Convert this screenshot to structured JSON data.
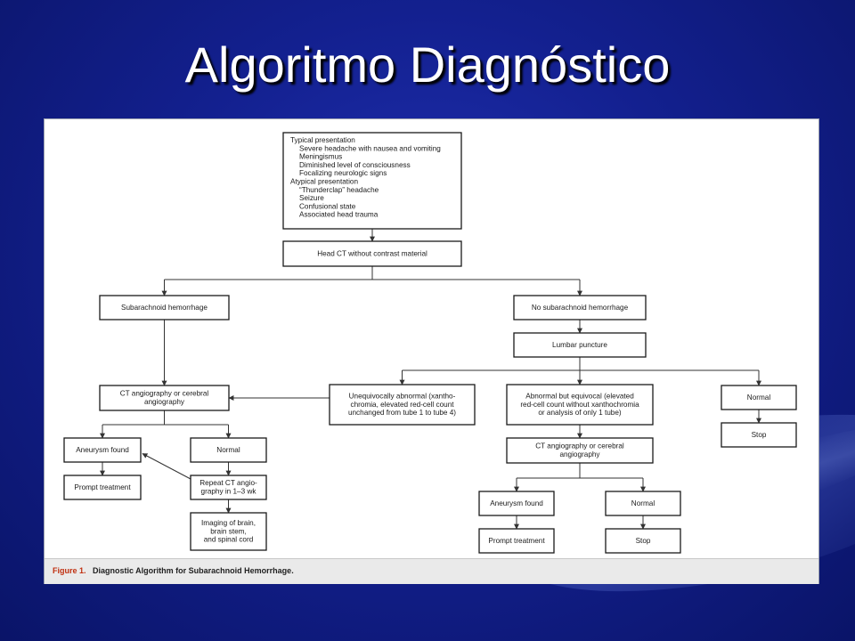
{
  "slide": {
    "title": "Algoritmo Diagnóstico"
  },
  "figure": {
    "caption_label": "Figure 1.",
    "caption_text": "Diagnostic Algorithm for Subarachnoid Hemorrhage."
  },
  "nodes": {
    "presentation": {
      "lines": [
        "Typical presentation",
        "Severe headache with nausea and vomiting",
        "Meningismus",
        "Diminished level of consciousness",
        "Focalizing neurologic signs",
        "Atypical presentation",
        "“Thunderclap” headache",
        "Seizure",
        "Confusional state",
        "Associated head trauma"
      ]
    },
    "head_ct": {
      "lines": [
        "Head CT without contrast material"
      ]
    },
    "sah": {
      "lines": [
        "Subarachnoid hemorrhage"
      ]
    },
    "no_sah": {
      "lines": [
        "No subarachnoid hemorrhage"
      ]
    },
    "lumbar": {
      "lines": [
        "Lumbar puncture"
      ]
    },
    "cta_left": {
      "lines": [
        "CT angiography or cerebral",
        "angiography"
      ]
    },
    "unequivocal": {
      "lines": [
        "Unequivocally abnormal (xantho-",
        "chromia, elevated red-cell count",
        "unchanged from tube 1 to tube 4)"
      ]
    },
    "equivocal": {
      "lines": [
        "Abnormal but equivocal (elevated",
        "red-cell count without xanthochromia",
        "or analysis of only 1 tube)"
      ]
    },
    "normal_right": {
      "lines": [
        "Normal"
      ]
    },
    "stop_right": {
      "lines": [
        "Stop"
      ]
    },
    "aneurysm_left": {
      "lines": [
        "Aneurysm found"
      ]
    },
    "normal_left": {
      "lines": [
        "Normal"
      ]
    },
    "prompt_left": {
      "lines": [
        "Prompt treatment"
      ]
    },
    "repeat_ct": {
      "lines": [
        "Repeat CT angio-",
        "graphy in 1–3 wk"
      ]
    },
    "imaging": {
      "lines": [
        "Imaging of brain,",
        "brain stem,",
        "and spinal cord"
      ]
    },
    "cta_right": {
      "lines": [
        "CT angiography or cerebral",
        "angiography"
      ]
    },
    "aneurysm_right": {
      "lines": [
        "Aneurysm found"
      ]
    },
    "normal_mid": {
      "lines": [
        "Normal"
      ]
    },
    "prompt_right": {
      "lines": [
        "Prompt treatment"
      ]
    },
    "stop_mid": {
      "lines": [
        "Stop"
      ]
    }
  }
}
